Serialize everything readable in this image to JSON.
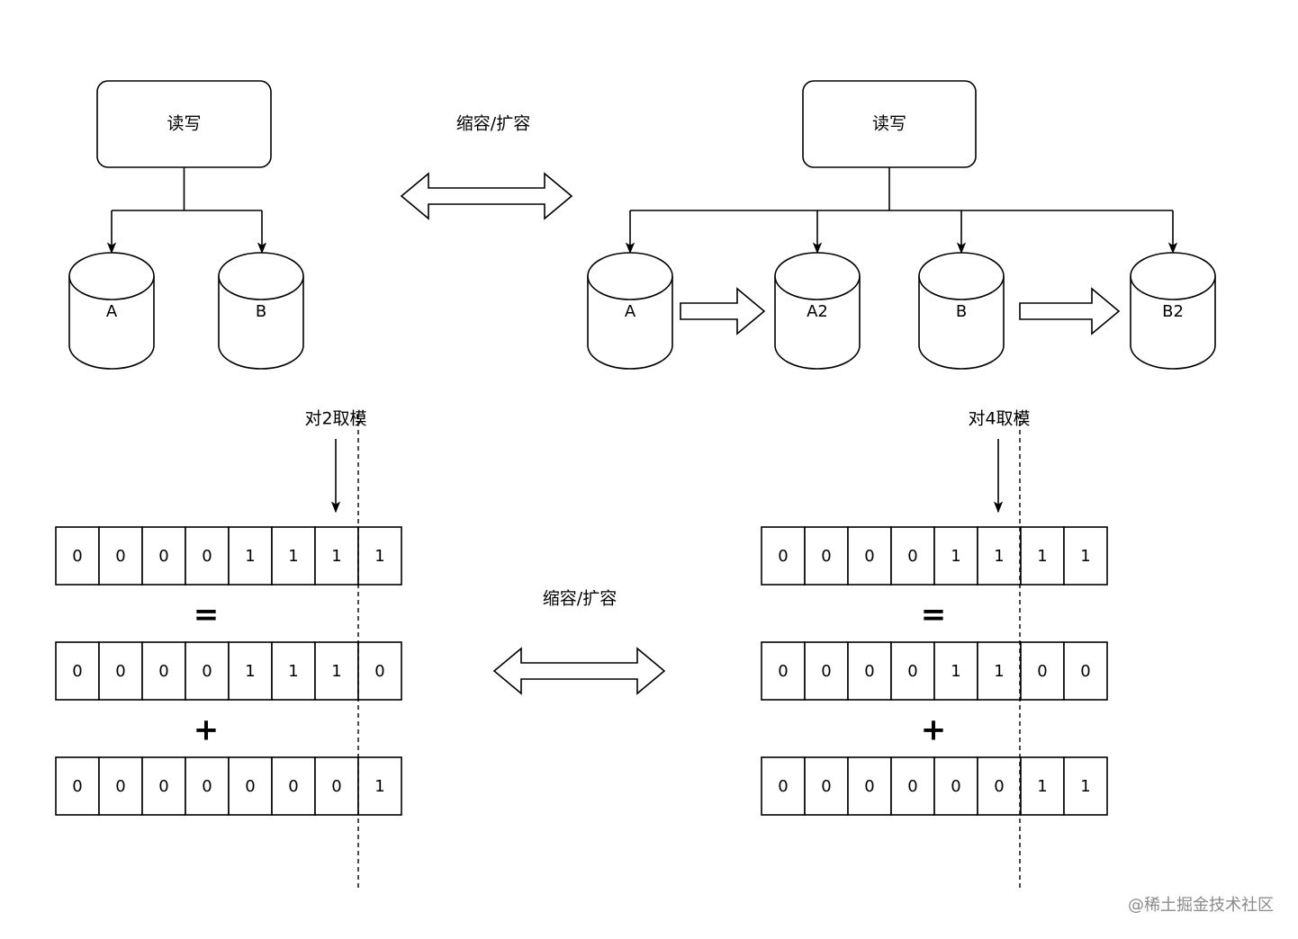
{
  "left_diagram": {
    "rw_label": "读写",
    "nodes": [
      "A",
      "B"
    ]
  },
  "right_diagram": {
    "rw_label": "读写",
    "nodes": [
      "A",
      "A2",
      "B",
      "B2"
    ]
  },
  "top_transition_label": "缩容/扩容",
  "bottom_transition_label": "缩容/扩容",
  "left_bits": {
    "mod_label": "对2取模",
    "rows": [
      [
        "0",
        "0",
        "0",
        "0",
        "1",
        "1",
        "1",
        "1"
      ],
      [
        "0",
        "0",
        "0",
        "0",
        "1",
        "1",
        "1",
        "0"
      ],
      [
        "0",
        "0",
        "0",
        "0",
        "0",
        "0",
        "0",
        "1"
      ]
    ],
    "ops": [
      "=",
      "+"
    ]
  },
  "right_bits": {
    "mod_label": "对4取模",
    "rows": [
      [
        "0",
        "0",
        "0",
        "0",
        "1",
        "1",
        "1",
        "1"
      ],
      [
        "0",
        "0",
        "0",
        "0",
        "1",
        "1",
        "0",
        "0"
      ],
      [
        "0",
        "0",
        "0",
        "0",
        "0",
        "0",
        "1",
        "1"
      ]
    ],
    "ops": [
      "=",
      "+"
    ]
  },
  "watermark": "@稀土掘金技术社区"
}
